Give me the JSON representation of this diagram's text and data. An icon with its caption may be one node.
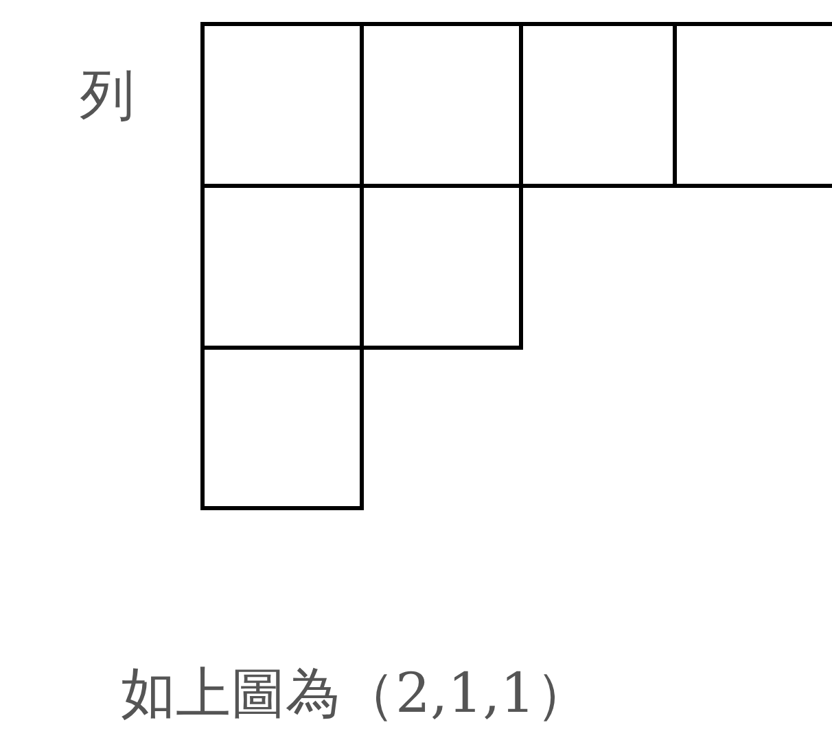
{
  "diagram": {
    "caption": "如上圖為（2,1,1）",
    "nodes": [
      {
        "text": [],
        "shape": "box"
      },
      {
        "text": [],
        "shape": "box"
      },
      {
        "text": [],
        "shape": "box"
      },
      {
        "text": [],
        "shape": "box"
      },
      {
        "text": [],
        "shape": "box"
      },
      {
        "text": [],
        "shape": "box"
      },
      {
        "text": [],
        "shape": "box"
      }
    ],
    "edges": [],
    "labels": [
      "列"
    ]
  }
}
